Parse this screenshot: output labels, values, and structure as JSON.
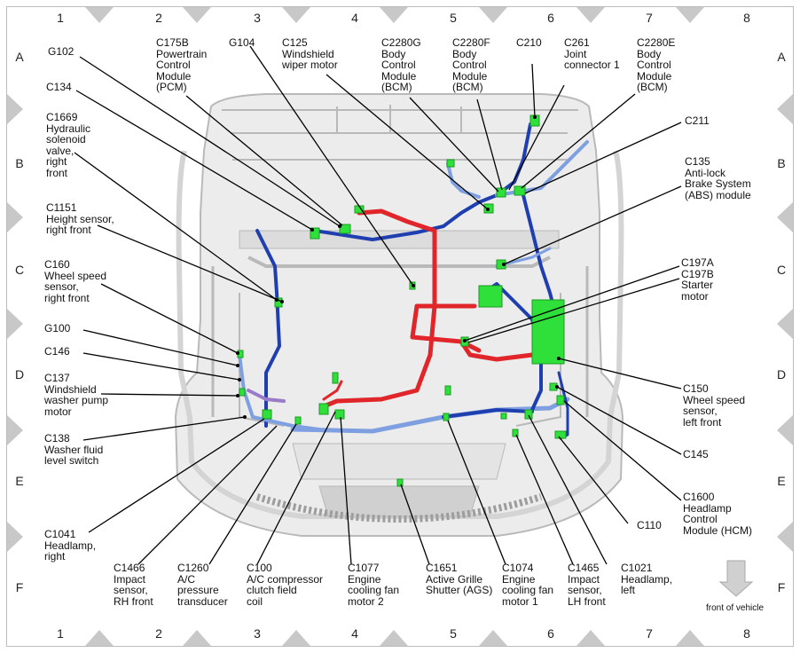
{
  "grid": {
    "columns": [
      "1",
      "2",
      "3",
      "4",
      "5",
      "6",
      "7",
      "8"
    ],
    "rows": [
      "A",
      "B",
      "C",
      "D",
      "E",
      "F"
    ]
  },
  "labels": {
    "g102": "G102",
    "c134": "C134",
    "c1669": "C1669\nHydraulic\nsolenoid\nvalve,\nright\nfront",
    "c1151": "C1151\nHeight sensor,\nright front",
    "c160": "C160\nWheel speed\nsensor,\nright front",
    "g100": "G100",
    "c146": "C146",
    "c137": "C137\nWindshield\nwasher pump\nmotor",
    "c138": "C138\nWasher fluid\nlevel switch",
    "c1041": "C1041\nHeadlamp,\nright",
    "c175b": "C175B\nPowertrain\nControl\nModule\n(PCM)",
    "g104": "G104",
    "c125": "C125\nWindshield\nwiper motor",
    "c2280g": "C2280G\nBody\nControl\nModule\n(BCM)",
    "c2280f": "C2280F\nBody\nControl\nModule\n(BCM)",
    "c210": "C210",
    "c261": "C261\nJoint\nconnector 1",
    "c2280e": "C2280E\nBody\nControl\nModule\n(BCM)",
    "c211": "C211",
    "c135": "C135\nAnti-lock\nBrake System\n(ABS) module",
    "c197": "C197A\nC197B\nStarter\nmotor",
    "c150": "C150\nWheel speed\nsensor,\nleft front",
    "c145": "C145",
    "c1600": "C1600\nHeadlamp\nControl\nModule (HCM)",
    "c110": "C110",
    "c1466": "C1466\nImpact\nsensor,\nRH front",
    "c1260": "C1260\nA/C\npressure\ntransducer",
    "c100": "C100\nA/C compressor\nclutch field\ncoil",
    "c1077": "C1077\nEngine\ncooling fan\nmotor 2",
    "c1651": "C1651\nActive Grille\nShutter (AGS)",
    "c1074": "C1074\nEngine\ncooling fan\nmotor 1",
    "c1465": "C1465\nImpact\nsensor,\nLH front",
    "c1021": "C1021\nHeadlamp,\nleft",
    "front_of_vehicle": "front of vehicle"
  },
  "colors": {
    "wire_red": "#e0262a",
    "wire_dark_blue": "#1f3fb0",
    "wire_light_blue": "#7fa0e0",
    "wire_purple": "#9a7bc9",
    "connector_green": "#2fe03a",
    "body_gray": "#d8d8d8",
    "arrow_gray": "#c9c9c9"
  }
}
